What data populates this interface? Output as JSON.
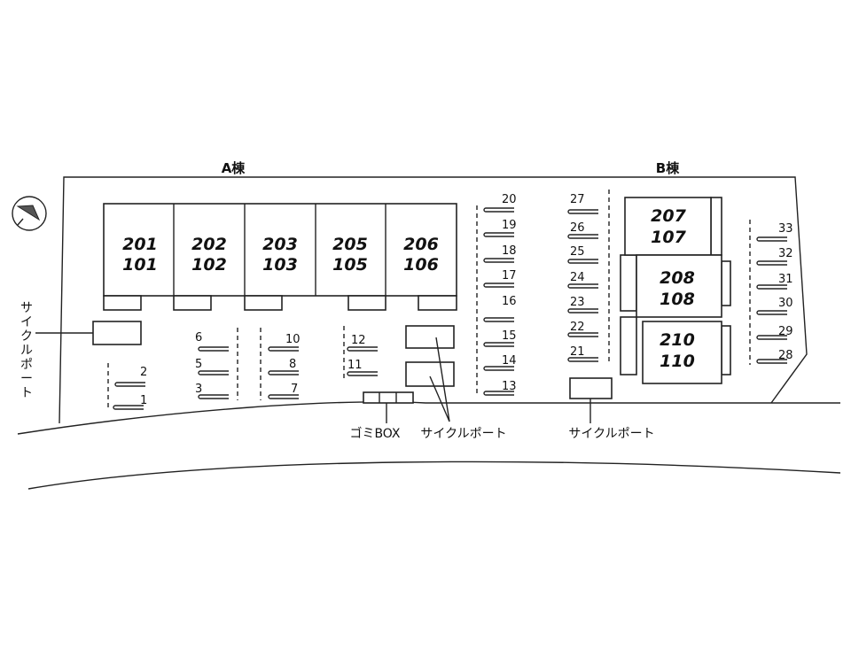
{
  "buildings": {
    "a_label": "A棟",
    "b_label": "B棟"
  },
  "units_a": [
    {
      "upper": "201",
      "lower": "101"
    },
    {
      "upper": "202",
      "lower": "102"
    },
    {
      "upper": "203",
      "lower": "103"
    },
    {
      "upper": "205",
      "lower": "105"
    },
    {
      "upper": "206",
      "lower": "106"
    }
  ],
  "units_b": [
    {
      "upper": "207",
      "lower": "107"
    },
    {
      "upper": "208",
      "lower": "108"
    },
    {
      "upper": "210",
      "lower": "110"
    }
  ],
  "parking": [
    "1",
    "2",
    "3",
    "5",
    "6",
    "7",
    "8",
    "10",
    "11",
    "12",
    "13",
    "14",
    "15",
    "16",
    "17",
    "18",
    "19",
    "20",
    "21",
    "22",
    "23",
    "24",
    "25",
    "26",
    "27",
    "28",
    "29",
    "30",
    "31",
    "32",
    "33"
  ],
  "labels": {
    "cycle_port": "サイクルポート",
    "cycle_port_vertical": [
      "サ",
      "イ",
      "ク",
      "ル",
      "ポ",
      "ー",
      "ト"
    ],
    "garbage_box": "ゴミBOX"
  },
  "icons": {
    "compass": "north-arrow-icon"
  }
}
